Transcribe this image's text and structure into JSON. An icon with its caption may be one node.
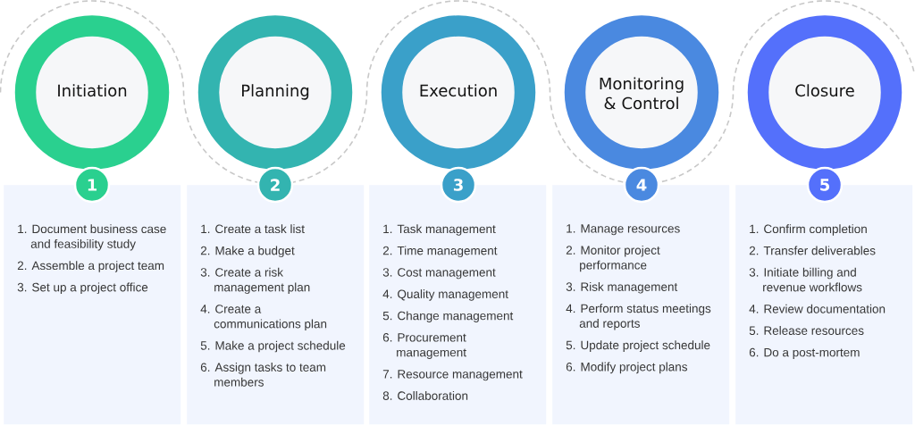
{
  "diagram": {
    "nodes": [
      {
        "text": [
          "Initiation"
        ]
      },
      {
        "text": [
          "1"
        ]
      },
      {
        "text": [
          "1. Document business case and feasibility study",
          "2. Assemble a project team",
          "3. Set up a project office"
        ]
      },
      {
        "text": [
          "Planning"
        ]
      },
      {
        "text": [
          "2"
        ]
      },
      {
        "text": [
          "1. Create a task list",
          "2. Make a budget",
          "3. Create a risk management plan",
          "4. Create a communications plan",
          "5. Make a project schedule",
          "6. Assign tasks to team members"
        ]
      },
      {
        "text": [
          "Execution"
        ]
      },
      {
        "text": [
          "3"
        ]
      },
      {
        "text": [
          "1. Task management",
          "2. Time management",
          "3. Cost management",
          "4. Quality management",
          "5. Change management",
          "6. Procurement management",
          "7. Resource management",
          "8. Collaboration"
        ]
      },
      {
        "text": [
          "Monitoring & Control"
        ]
      },
      {
        "text": [
          "4"
        ]
      },
      {
        "text": [
          "1. Manage resources",
          "2. Monitor project performance",
          "3. Risk management",
          "4. Perform status meetings and reports",
          "5. Update project schedule",
          "6. Modify project plans"
        ]
      },
      {
        "text": [
          "Closure"
        ]
      },
      {
        "text": [
          "5"
        ]
      },
      {
        "text": [
          "1. Confirm completion",
          "2. Transfer deliverables",
          "3. Initiate billing and revenue workflows",
          "4. Review documentation",
          "5. Release resources",
          "6. Do a post-mortem"
        ]
      }
    ]
  }
}
